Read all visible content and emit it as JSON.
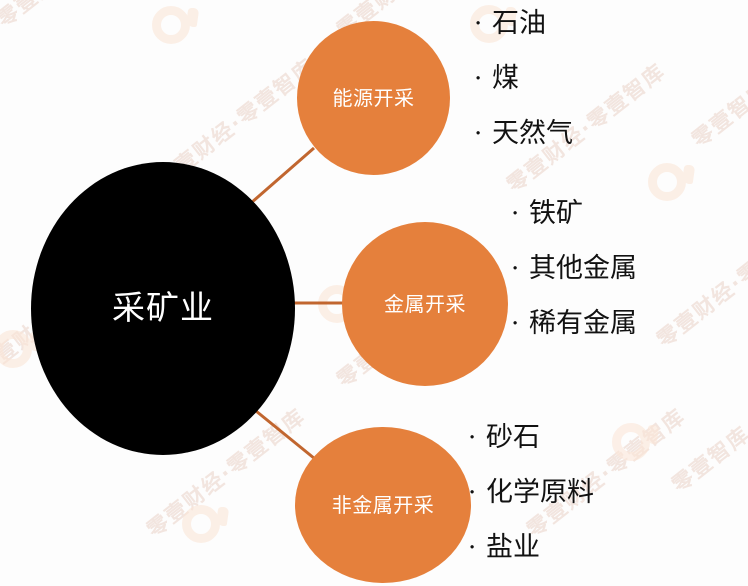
{
  "diagram": {
    "title": "采矿业",
    "root": {
      "label": "采矿业",
      "color": "#000000",
      "text_color": "#ffffff"
    },
    "branch_color": "#e5803c",
    "connector_color": "#c1662f",
    "branches": [
      {
        "id": "energy",
        "label": "能源开采",
        "items": [
          "石油",
          "煤",
          "天然气"
        ]
      },
      {
        "id": "metal",
        "label": "金属开采",
        "items": [
          "铁矿",
          "其他金属",
          "稀有金属"
        ]
      },
      {
        "id": "nonmetal",
        "label": "非金属开采",
        "items": [
          "砂石",
          "化学原料",
          "盐业"
        ]
      }
    ]
  },
  "watermark": {
    "text": "零壹财经·零壹智库",
    "short_text": "零壹智库",
    "color": "#f2e4de",
    "logo_name": "lingyi-logo"
  }
}
